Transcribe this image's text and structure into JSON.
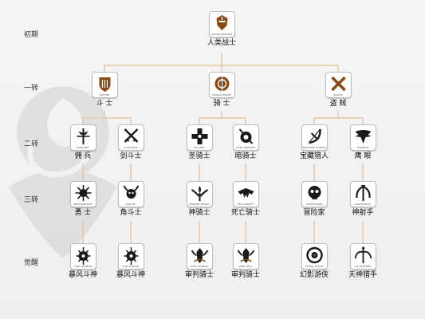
{
  "colors": {
    "line": "#e6c7a6",
    "icon_color": "#8a4a14",
    "dark_icon": "#1a1a1a",
    "tier_text": "#333333"
  },
  "tiers": [
    "初期",
    "一转",
    "二转",
    "三转",
    "觉醒"
  ],
  "nodes": {
    "root": {
      "cn": "人类战士",
      "en": "HUMAN WARRIOR",
      "icon": "helmet-emblem-icon"
    },
    "t1": [
      {
        "cn": "斗 士",
        "en": "FIGHTER",
        "icon": "shield-axe-emblem-icon"
      },
      {
        "cn": "骑 士",
        "en": "HUMAN KNIGHT",
        "icon": "round-shield-emblem-icon"
      },
      {
        "cn": "盗 贼",
        "en": "ROGUE",
        "icon": "crossed-daggers-icon"
      }
    ],
    "t2": [
      {
        "cn": "佣 兵",
        "en": "WARLORD",
        "icon": "halberd-icon"
      },
      {
        "cn": "剑斗士",
        "en": "GLADIATOR",
        "icon": "crossed-swords-icon"
      },
      {
        "cn": "圣骑士",
        "en": "PALADIN",
        "icon": "cross-emblem-icon"
      },
      {
        "cn": "暗骑士",
        "en": "DARK AVENGER",
        "icon": "sword-shield-icon"
      },
      {
        "cn": "宝藏猎人",
        "en": "TREASURE HUNTER",
        "icon": "bow-dagger-icon"
      },
      {
        "cn": "鹰 眼",
        "en": "HAWKEYE",
        "icon": "hawk-wing-icon"
      }
    ],
    "t3": [
      {
        "cn": "勇 士",
        "en": "DREADNOUGHT",
        "icon": "spiked-emblem-icon"
      },
      {
        "cn": "角斗士",
        "en": "DUELIST",
        "icon": "horned-skull-icon"
      },
      {
        "cn": "神骑士",
        "en": "PHOENIX KNIGHT",
        "icon": "phoenix-icon"
      },
      {
        "cn": "死亡骑士",
        "en": "HELL KNIGHT",
        "icon": "bat-wing-icon"
      },
      {
        "cn": "冒险家",
        "en": "ADVENTURER",
        "icon": "skull-mask-icon"
      },
      {
        "cn": "神射手",
        "en": "SAGITTARIUS",
        "icon": "winged-bow-icon"
      }
    ],
    "t4": [
      {
        "cn": "暴风斗神",
        "en": "TYRR WARRIOR",
        "icon": "gear-crown-icon"
      },
      {
        "cn": "暴风斗神",
        "en": "TYRR DUELIST",
        "icon": "gear-crown-icon"
      },
      {
        "cn": "审判骑士",
        "en": "SIGEL PHOENIX",
        "icon": "winged-crest-icon"
      },
      {
        "cn": "审判骑士",
        "en": "SIGEL HELL",
        "icon": "winged-crest-icon"
      },
      {
        "cn": "幻影游侠",
        "en": "OTHELL ROGUE",
        "icon": "ring-orb-icon"
      },
      {
        "cn": "天神猎手",
        "en": "YUL SENTINEL",
        "icon": "winged-spear-icon"
      }
    ]
  }
}
